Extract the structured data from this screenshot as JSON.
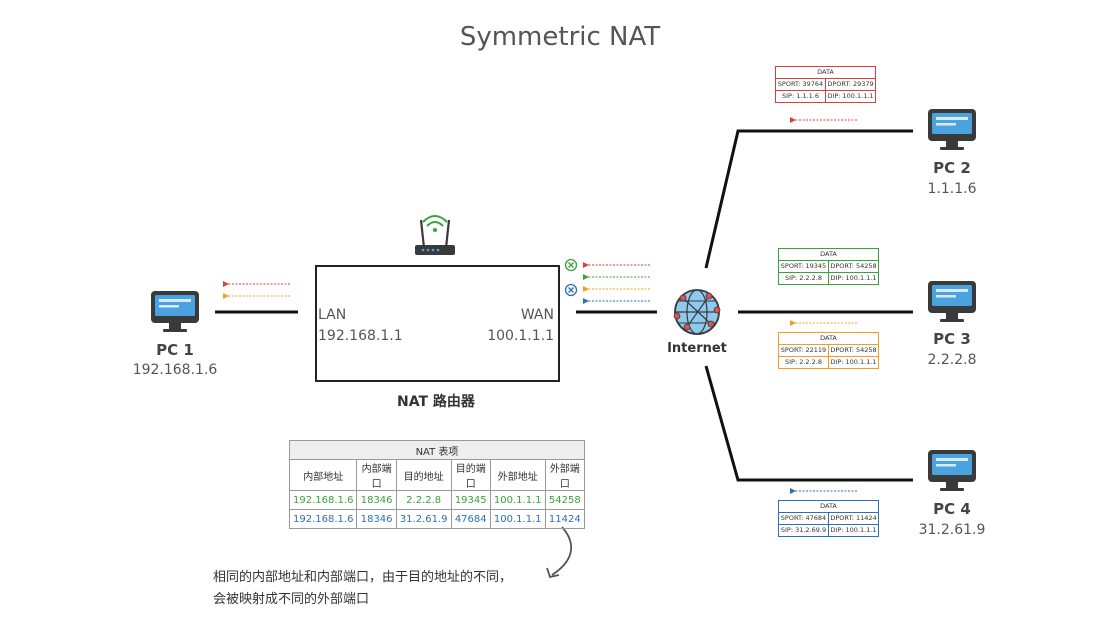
{
  "title": "Symmetric NAT",
  "pc1": {
    "name": "PC 1",
    "ip": "192.168.1.6"
  },
  "pc2": {
    "name": "PC 2",
    "ip": "1.1.1.6"
  },
  "pc3": {
    "name": "PC 3",
    "ip": "2.2.2.8"
  },
  "pc4": {
    "name": "PC 4",
    "ip": "31.2.61.9"
  },
  "router": {
    "name": "NAT 路由器",
    "lan_label": "LAN",
    "lan_ip": "192.168.1.1",
    "wan_label": "WAN",
    "wan_ip": "100.1.1.1"
  },
  "internet": {
    "label": "Internet"
  },
  "packets": [
    {
      "color": "#d9403a",
      "header": "DATA",
      "sport": "SPORT: 39764",
      "dport": "DPORT: 29379",
      "sip": "SIP: 1.1.1.6",
      "dip": "DIP: 100.1.1.1"
    },
    {
      "color": "#3aa33a",
      "header": "DATA",
      "sport": "SPORT: 19345",
      "dport": "DPORT: 54258",
      "sip": "SIP: 2.2.2.8",
      "dip": "DIP: 100.1.1.1"
    },
    {
      "color": "#f0a020",
      "header": "DATA",
      "sport": "SPORT: 22119",
      "dport": "DPORT: 54258",
      "sip": "SIP: 2.2.2.8",
      "dip": "DIP: 100.1.1.1"
    },
    {
      "color": "#2f6fb5",
      "header": "DATA",
      "sport": "SPORT: 47684",
      "dport": "DPORT: 11424",
      "sip": "SIP: 31.2.69.9",
      "dip": "DIP: 100.1.1.1"
    }
  ],
  "nat_table": {
    "caption": "NAT 表项",
    "headers": [
      "内部地址",
      "内部端口",
      "目的地址",
      "目的端口",
      "外部地址",
      "外部端口"
    ],
    "rows": [
      {
        "color": "#3aa33a",
        "cells": [
          "192.168.1.6",
          "18346",
          "2.2.2.8",
          "19345",
          "100.1.1.1",
          "54258"
        ]
      },
      {
        "color": "#2f6fb5",
        "cells": [
          "192.168.1.6",
          "18346",
          "31.2.61.9",
          "47684",
          "100.1.1.1",
          "11424"
        ]
      }
    ]
  },
  "note": {
    "line1": "相同的内部地址和内部端口，由于目的地址的不同，",
    "line2": "会被映射成不同的外部端口"
  },
  "colors": {
    "red": "#d9403a",
    "green": "#3aa33a",
    "orange": "#f0a020",
    "blue": "#2f6fb5"
  }
}
